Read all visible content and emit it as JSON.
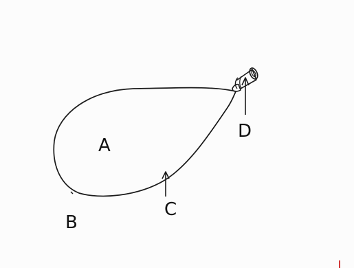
{
  "labels": {
    "a": "A",
    "b": "B",
    "c": "C",
    "d": "D"
  },
  "colors": {
    "ink": "#1a1a1a",
    "background": "#fcfcfc",
    "corner_mark": "#d23a3a"
  }
}
